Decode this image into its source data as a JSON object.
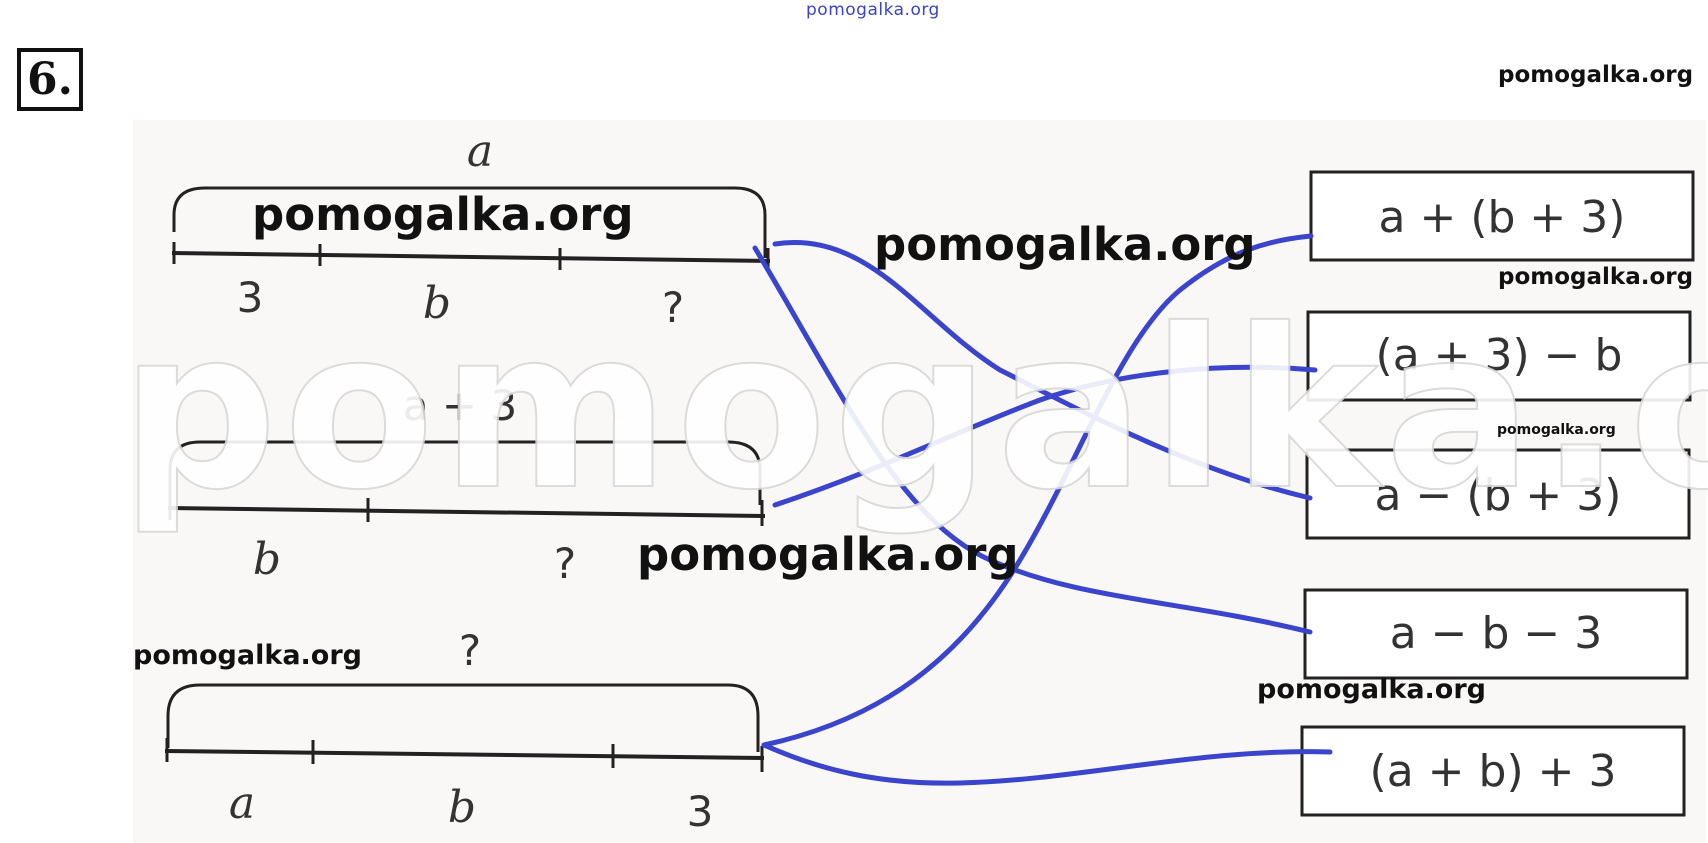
{
  "task_number": "6.",
  "watermark": "pomogalka.org",
  "diagrams": [
    {
      "top_label": "a",
      "segment_labels": [
        "3",
        "b",
        "?"
      ]
    },
    {
      "top_label": "a + 3",
      "segment_labels": [
        "b",
        "?"
      ]
    },
    {
      "top_label": "?",
      "segment_labels": [
        "a",
        "b",
        "3"
      ]
    }
  ],
  "expressions": [
    "a + (b + 3)",
    "(a + 3) − b",
    "a − (b + 3)",
    "a − b − 3",
    "(a + b) + 3"
  ],
  "colors": {
    "connector": "#3a44cc",
    "ink": "#333333",
    "panel": "#f9f8f6"
  }
}
